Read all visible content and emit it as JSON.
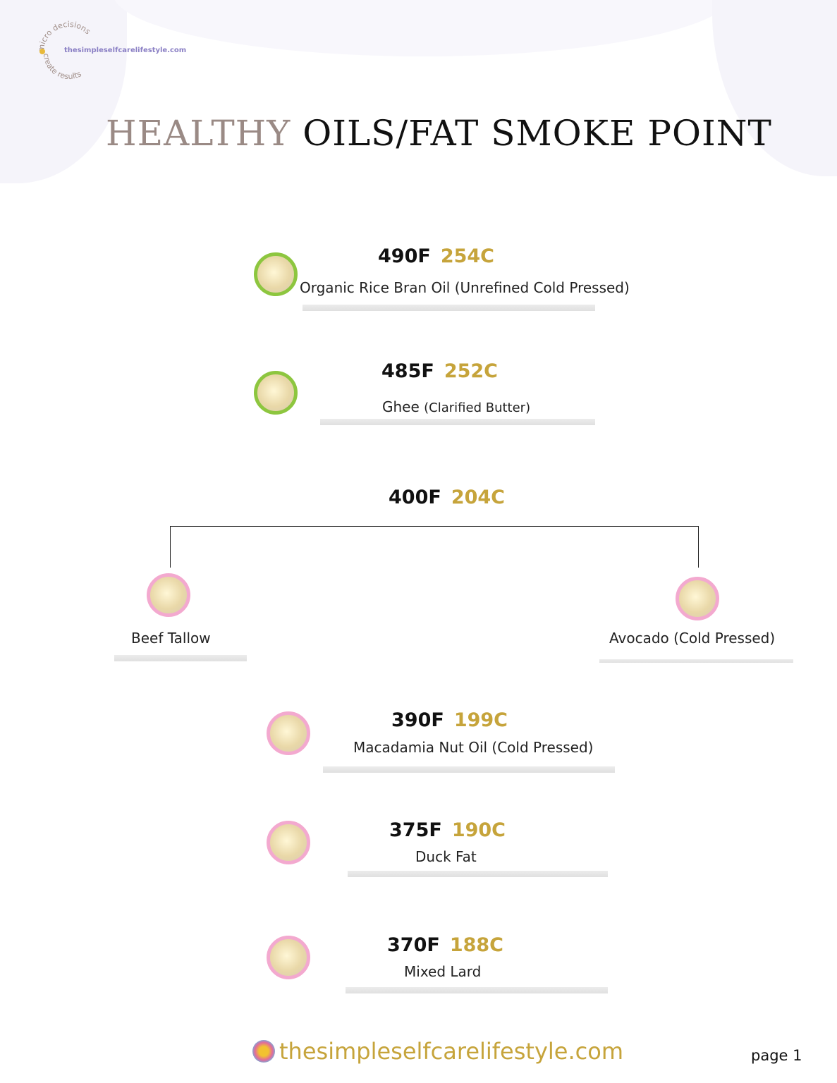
{
  "logo": {
    "arc_top": "micro decisions",
    "arc_bottom": "create results",
    "site": "thesimpleselfcarelifestyle.com"
  },
  "title": {
    "part1": "HEALTHY",
    "part2": "OILS/FAT SMOKE POINT"
  },
  "colors": {
    "fahrenheit": "#111111",
    "celsius": "#c6a43b",
    "ring_high": "#8dc63f",
    "ring_mid": "#f3a9cf",
    "title_accent": "#9a8a85"
  },
  "items": [
    {
      "f": "490F",
      "c": "254C",
      "name": "Organic Rice Bran Oil (Unrefined Cold Pressed)",
      "icon": "rice-bran-oil-icon"
    },
    {
      "f": "485F",
      "c": "252C",
      "name": "Ghee",
      "sub": "(Clarified Butter)",
      "icon": "ghee-icon"
    },
    {
      "f": "390F",
      "c": "199C",
      "name": "Macadamia Nut Oil (Cold Pressed)",
      "icon": "macadamia-icon"
    },
    {
      "f": "375F",
      "c": "190C",
      "name": "Duck Fat",
      "icon": "duck-fat-icon"
    },
    {
      "f": "370F",
      "c": "188C",
      "name": "Mixed Lard",
      "icon": "lard-icon"
    }
  ],
  "group400": {
    "f": "400F",
    "c": "204C",
    "left": {
      "name": "Beef Tallow",
      "icon": "beef-tallow-icon"
    },
    "right": {
      "name": "Avocado (Cold Pressed)",
      "icon": "avocado-icon"
    }
  },
  "footer": {
    "site": "thesimpleselfcarelifestyle.com",
    "page": "page 1"
  }
}
